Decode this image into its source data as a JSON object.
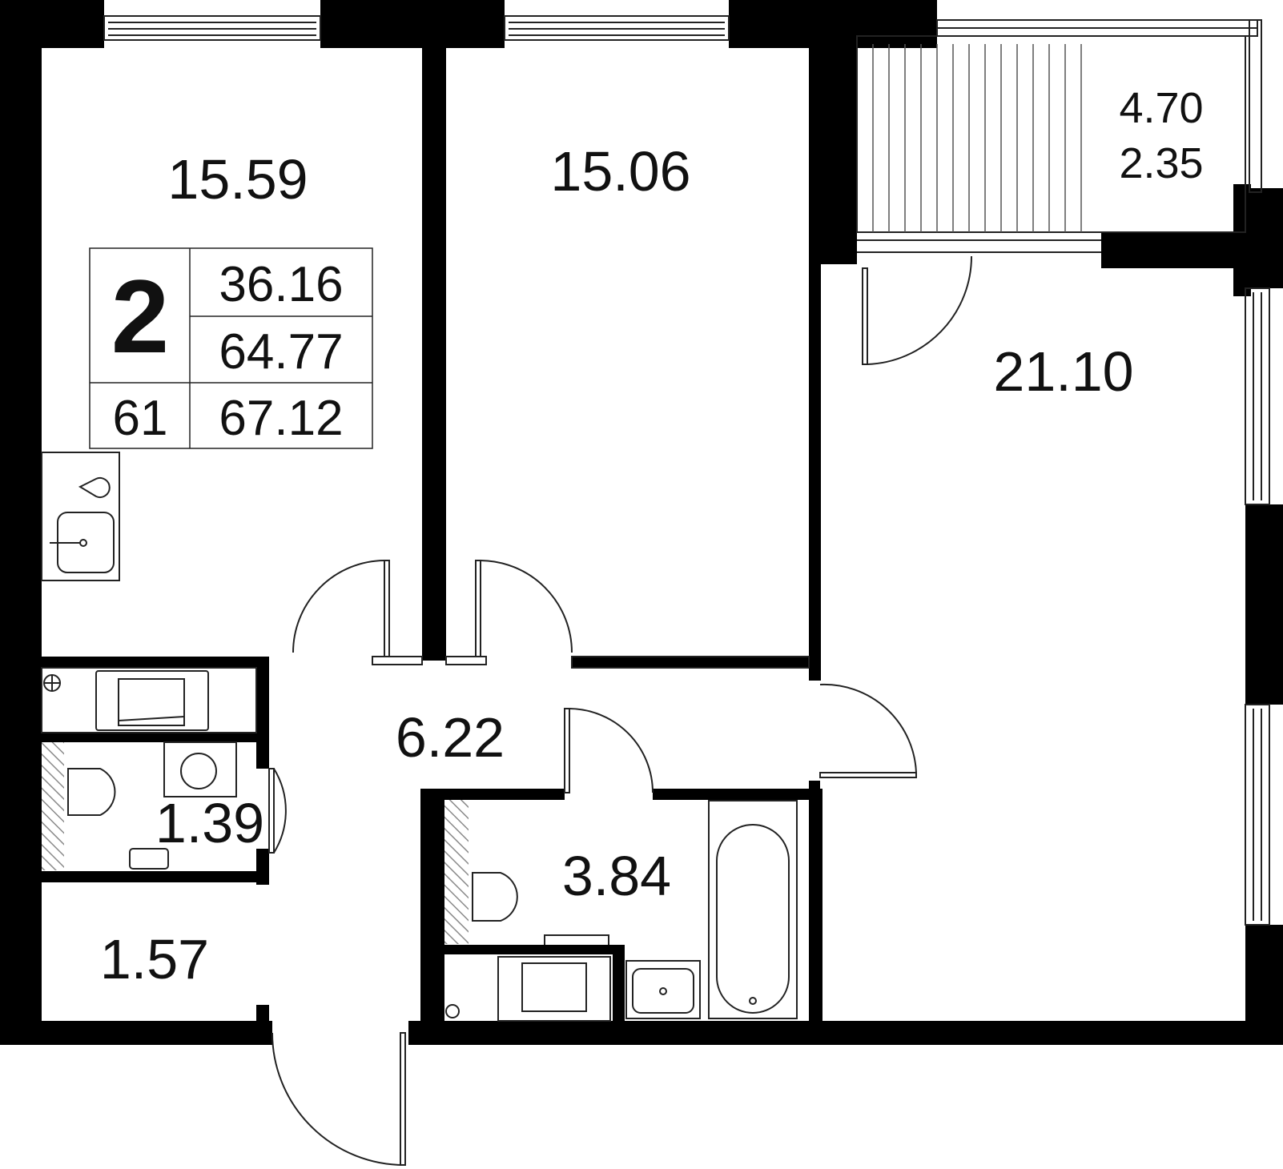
{
  "rooms": {
    "bedroom_left": "15.59",
    "bedroom_middle": "15.06",
    "living_room": "21.10",
    "balcony_total": "4.70",
    "balcony_reduced": "2.35",
    "hallway": "6.22",
    "toilet": "1.39",
    "bathroom": "3.84",
    "entrance": "1.57"
  },
  "info": {
    "room_count": "2",
    "living_area": "36.16",
    "total_area": "64.77",
    "apartment_number": "61",
    "total_with_balcony": "67.12"
  },
  "colors": {
    "wall": "#000000",
    "line": "#222222",
    "hatch": "#8a8a8a",
    "background": "#ffffff"
  }
}
